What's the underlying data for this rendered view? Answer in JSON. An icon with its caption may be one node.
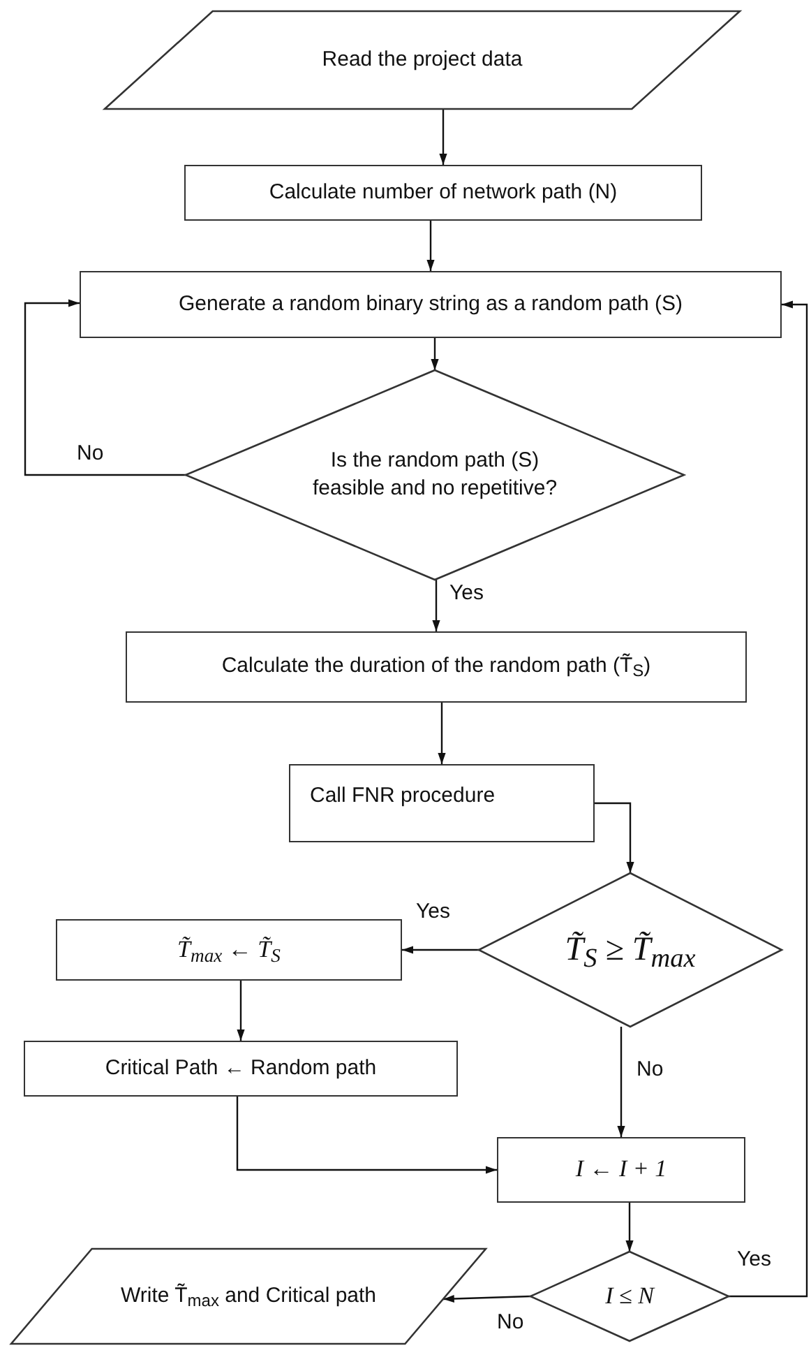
{
  "diagram": {
    "nodes": [
      {
        "text": [
          "Read the project data"
        ]
      },
      {
        "text": [
          "Calculate number of network path (N)"
        ]
      },
      {
        "text": [
          "Generate a random binary string as a random path (S)"
        ]
      },
      {
        "text": [
          "Is the random path (S) feasible and no repetitive?"
        ]
      },
      {
        "text": [
          "Calculate the duration of the random path (T̃$_{S}$)"
        ]
      },
      {
        "text": [
          "Call FNR procedure"
        ]
      },
      {
        "text": [
          "T̃$_{S}$ ≥ T̃$_{max}$"
        ]
      },
      {
        "text": [
          "T̃$_{max}$ ← T̃$_{S}$"
        ]
      },
      {
        "text": [
          "Critical Path ← Random path"
        ]
      },
      {
        "text": [
          "I ← I + 1"
        ]
      },
      {
        "text": [
          "I ≤ N"
        ]
      },
      {
        "text": [
          "Write T̃$_{max}$ and Critical path"
        ]
      }
    ],
    "edges": [
      {
        "from": 0,
        "to": 1,
        "arrow": "to"
      },
      {
        "from": 1,
        "to": 2,
        "arrow": "to"
      },
      {
        "from": 2,
        "to": 3,
        "arrow": "to"
      },
      {
        "from": 3,
        "to": 2,
        "arrow": "to",
        "label": "No"
      },
      {
        "from": 3,
        "to": 4,
        "arrow": "to",
        "label": "Yes"
      },
      {
        "from": 4,
        "to": 5,
        "arrow": "to"
      },
      {
        "from": 5,
        "to": 6,
        "arrow": "to"
      },
      {
        "from": 6,
        "to": 7,
        "arrow": "to",
        "label": "Yes"
      },
      {
        "from": 7,
        "to": 8,
        "arrow": "to"
      },
      {
        "from": 8,
        "to": 9,
        "arrow": "to"
      },
      {
        "from": 6,
        "to": 9,
        "arrow": "to",
        "label": "No"
      },
      {
        "from": 9,
        "to": 10,
        "arrow": "to"
      },
      {
        "from": 10,
        "to": 11,
        "arrow": "to",
        "label": "No"
      },
      {
        "from": 10,
        "to": 2,
        "arrow": "to",
        "label": "Yes"
      }
    ]
  }
}
